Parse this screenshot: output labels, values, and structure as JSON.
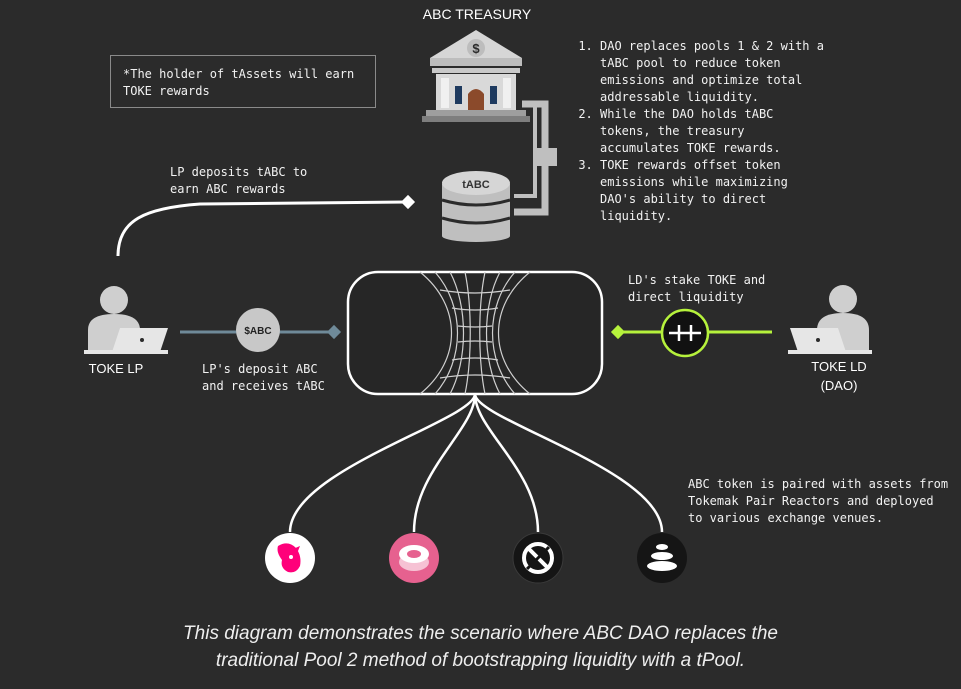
{
  "treasury_title": "ABC TREASURY",
  "note": "*The holder of tAssets will earn TOKE rewards",
  "steps": [
    "DAO replaces  pools 1 & 2 with a tABC pool to reduce token emissions and optimize total addressable liquidity.",
    "While the DAO holds tABC tokens, the treasury accumulates TOKE rewards.",
    "TOKE rewards offset token emissions while maximizing DAO's ability to direct liquidity."
  ],
  "db_label": "tABC",
  "lp_deposit_text": "LP deposits tABC to earn ABC rewards",
  "sabc_label": "$ABC",
  "lp_receive_text": "LP's deposit ABC and receives tABC",
  "toke_lp_label": "TOKE LP",
  "ld_stake_text": "LD's stake TOKE and direct liquidity",
  "toke_ld_label": "TOKE LD",
  "toke_ld_sub": "(DAO)",
  "paired_text": "ABC token is paired with assets from Tokemak Pair Reactors and deployed to various exchange venues.",
  "caption_line1": "This diagram demonstrates the scenario where ABC DAO replaces the",
  "caption_line2": "traditional Pool 2 method of bootstrapping liquidity with a  tPool.",
  "colors": {
    "background": "#2b2b2b",
    "lp_line": "#6f8a99",
    "ld_line": "#b6f23c",
    "treasury_gray": "#c9c9c9",
    "uniswap_pink": "#ff007a",
    "sushi_pink": "#e6618f"
  },
  "icons": [
    "bank-icon",
    "database-icon",
    "user-laptop-icon",
    "uniswap-icon",
    "sushiswap-icon",
    "0x-icon",
    "balancer-icon"
  ]
}
